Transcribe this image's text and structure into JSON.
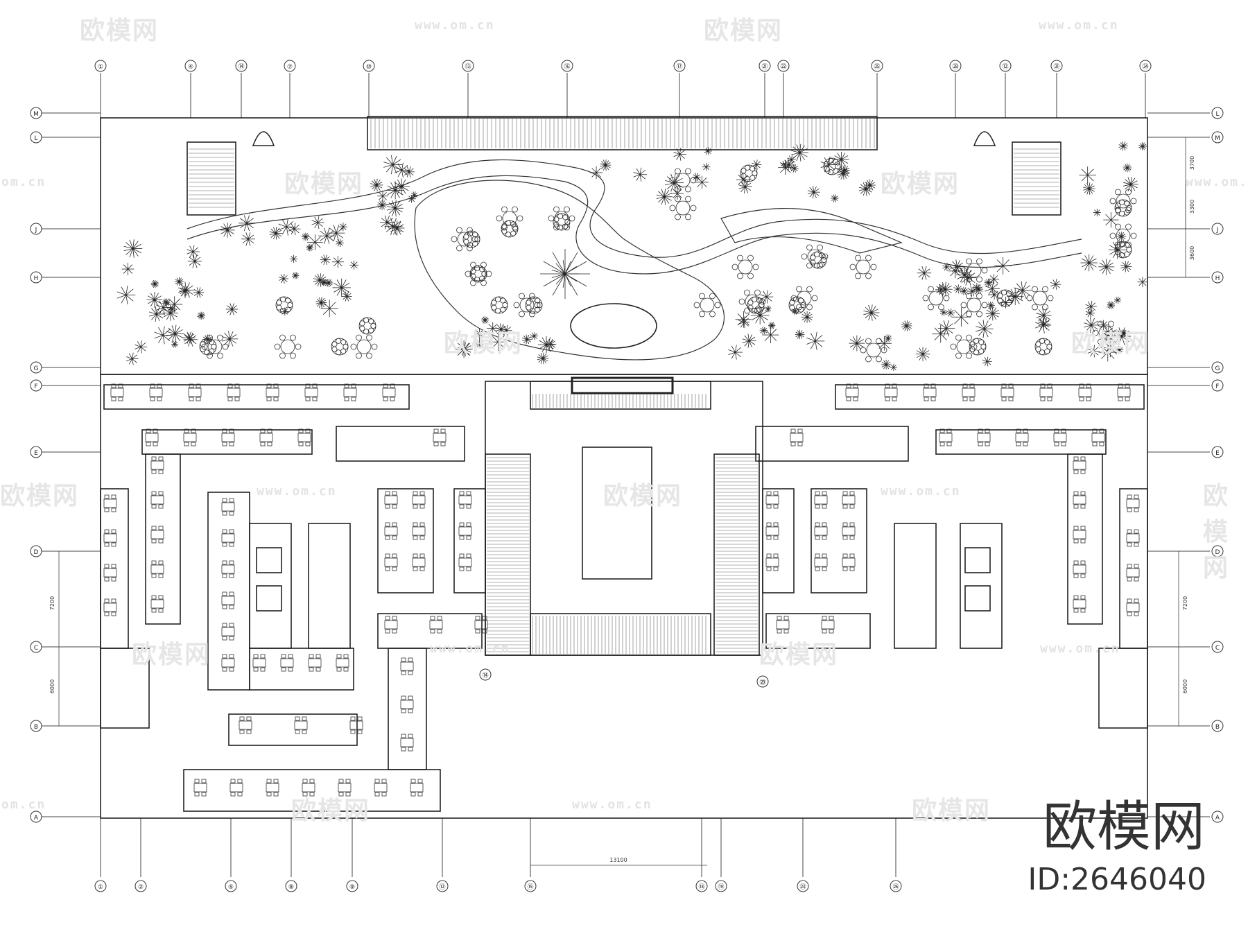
{
  "watermark": {
    "logo_text": "欧模网",
    "url_text": "www.om.cn",
    "url_short": "om.cn"
  },
  "corner_brand": {
    "logo": "欧模网",
    "id": "ID:2646040"
  },
  "grid": {
    "top_columns": [
      "①",
      "④",
      "⑭",
      "⑦",
      "⑩",
      "⑬",
      "⑯",
      "⑰",
      "㉑",
      "㉒",
      "㉕",
      "㉘",
      "⑫",
      "㉛",
      "㉞"
    ],
    "bottom_columns": [
      "①",
      "②",
      "⑤",
      "⑧",
      "⑨",
      "⑫",
      "⑮",
      "⑱",
      "⑲",
      "㉓",
      "㉖"
    ],
    "inner_columns": [
      "⑭",
      "⑳"
    ],
    "rows_left": [
      "M",
      "L",
      "J",
      "H",
      "G",
      "F",
      "E",
      "D",
      "C",
      "B",
      "A"
    ],
    "rows_right": [
      "L",
      "M",
      "J",
      "H",
      "G",
      "F",
      "E",
      "D",
      "C",
      "B",
      "A"
    ]
  },
  "dimensions": {
    "bottom_center": "13100",
    "right_1": "3700",
    "right_2": "3300",
    "right_3": "3600",
    "left_1": "7200",
    "left_2": "6000",
    "right_4": "7200",
    "right_5": "6000"
  },
  "colors": {
    "line": "#222222",
    "light_line": "#555555",
    "watermark": "#e6e6e6"
  }
}
